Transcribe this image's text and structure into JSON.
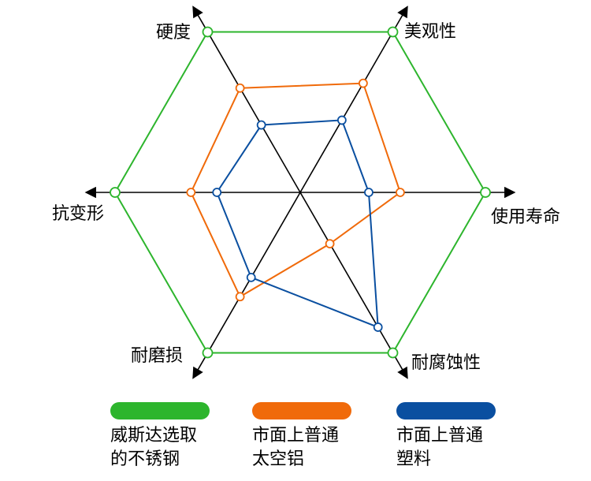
{
  "chart_data": {
    "type": "radar",
    "axes": [
      "硬度",
      "美观性",
      "使用寿命",
      "耐腐蚀性",
      "耐磨损",
      "抗变形"
    ],
    "rmax": 5,
    "series": [
      {
        "name": "威斯达选取\n的不锈钢",
        "color": "#2db52d",
        "values": [
          5,
          5,
          5,
          5,
          5,
          5
        ]
      },
      {
        "name": "市面上普通\n太空铝",
        "color": "#f06a0a",
        "values": [
          3.25,
          3.4,
          2.7,
          1.6,
          3.25,
          2.95
        ]
      },
      {
        "name": "市面上普通\n塑料",
        "color": "#0a4fa0",
        "values": [
          2.1,
          2.25,
          1.85,
          4.2,
          2.65,
          2.25
        ]
      }
    ],
    "legend_position": "bottom",
    "grid": false
  }
}
